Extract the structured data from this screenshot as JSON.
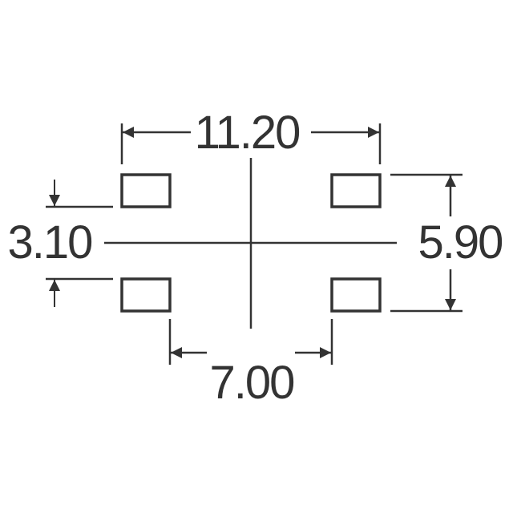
{
  "diagram": {
    "line_color": "#333333",
    "dimensions": {
      "overall_width": "11.20",
      "pad_gap_vertical": "3.10",
      "overall_height": "5.90",
      "pad_pitch_horizontal": "7.00"
    },
    "pads": [
      "top-left",
      "top-right",
      "bottom-left",
      "bottom-right"
    ]
  }
}
